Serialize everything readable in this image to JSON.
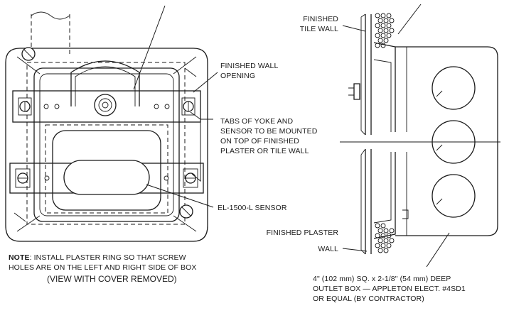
{
  "left_view": {
    "labels": {
      "finished_wall_opening": [
        "FINISHED WALL",
        "OPENING"
      ],
      "tabs": [
        "TABS OF YOKE AND",
        "SENSOR TO BE MOUNTED",
        "ON TOP OF FINISHED",
        "PLASTER OR TILE WALL"
      ],
      "sensor": "EL-1500-L SENSOR"
    },
    "note": {
      "prefix": "NOTE",
      "line1": ": INSTALL PLASTER RING SO THAT SCREW",
      "line2": "HOLES ARE ON THE LEFT AND RIGHT SIDE OF BOX",
      "line3": "(VIEW WITH COVER REMOVED)"
    }
  },
  "right_view": {
    "labels": {
      "tile_wall": [
        "FINISHED",
        "TILE WALL"
      ],
      "plaster_wall": [
        "FINISHED PLASTER",
        "WALL"
      ],
      "box": [
        "4\" (102 mm) SQ. x 2-1/8\" (54 mm) DEEP",
        "OUTLET BOX — APPLETON ELECT. #4SD1",
        "OR EQUAL (BY CONTRACTOR)"
      ]
    }
  }
}
